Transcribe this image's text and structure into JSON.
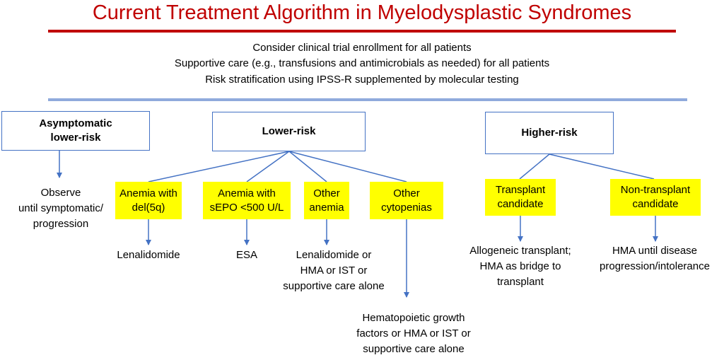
{
  "title": "Current Treatment Algorithm in Myelodysplastic Syndromes",
  "intro": [
    "Consider clinical trial enrollment for all patients",
    "Supportive care (e.g., transfusions and antimicrobials as needed) for all patients",
    "Risk stratification using IPSS-R supplemented by molecular testing"
  ],
  "groups": {
    "asymptomatic": {
      "label": "Asymptomatic\nlower-risk",
      "outcome": "Observe\nuntil symptomatic/\nprogression"
    },
    "lower_risk": {
      "label": "Lower-risk",
      "branches": [
        {
          "label": "Anemia with\ndel(5q)",
          "outcome": "Lenalidomide"
        },
        {
          "label": "Anemia with\nsEPO <500 U/L",
          "outcome": "ESA"
        },
        {
          "label": "Other\nanemia",
          "outcome": "Lenalidomide or\nHMA or IST or\nsupportive care alone"
        },
        {
          "label": "Other\ncytopenias",
          "outcome": "Hematopoietic growth\nfactors or HMA or IST or\nsupportive care alone"
        }
      ]
    },
    "higher_risk": {
      "label": "Higher-risk",
      "branches": [
        {
          "label": "Transplant\ncandidate",
          "outcome": "Allogeneic transplant;\nHMA as bridge to\ntransplant"
        },
        {
          "label": "Non-transplant\ncandidate",
          "outcome": "HMA until disease\nprogression/intolerance"
        }
      ]
    }
  },
  "colors": {
    "title": "#c00000",
    "box_border": "#4472c4",
    "highlight": "#ffff00",
    "divider": "#8faadc",
    "arrow": "#4472c4"
  }
}
